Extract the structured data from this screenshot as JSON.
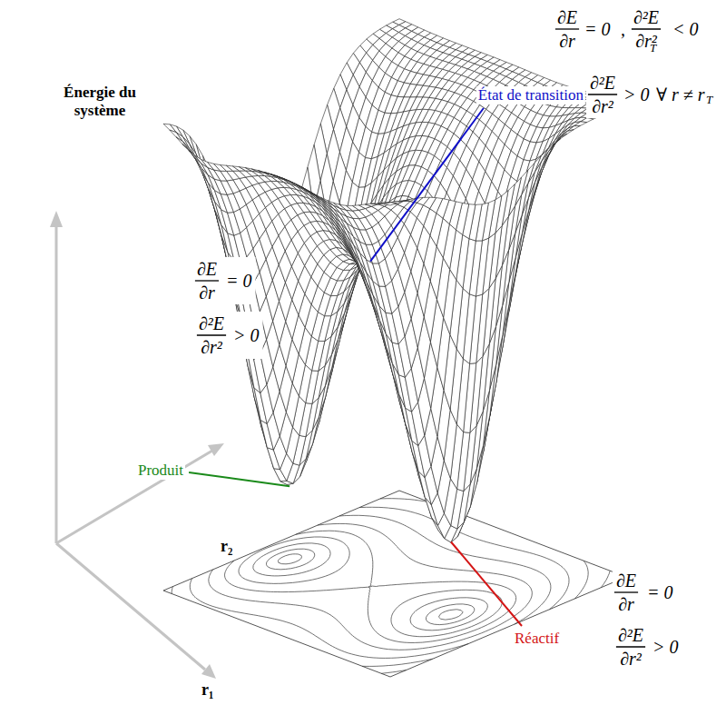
{
  "diagram": {
    "labels": [
      "Énergie du système",
      "∂E",
      "∂r",
      "= 0",
      ",",
      "∂²E",
      "∂r²",
      "T",
      "< 0",
      "État de transition",
      "∂²E",
      "∂r²",
      "> 0",
      "∀ r ≠ r",
      "T",
      "∂E",
      "∂r",
      "= 0",
      "∂²E",
      "∂r²",
      "> 0",
      "Produit",
      "r₂",
      "∂E",
      "∂r",
      "= 0",
      "∂²E",
      "∂r²",
      "> 0",
      "Réactif",
      "r₁"
    ]
  }
}
